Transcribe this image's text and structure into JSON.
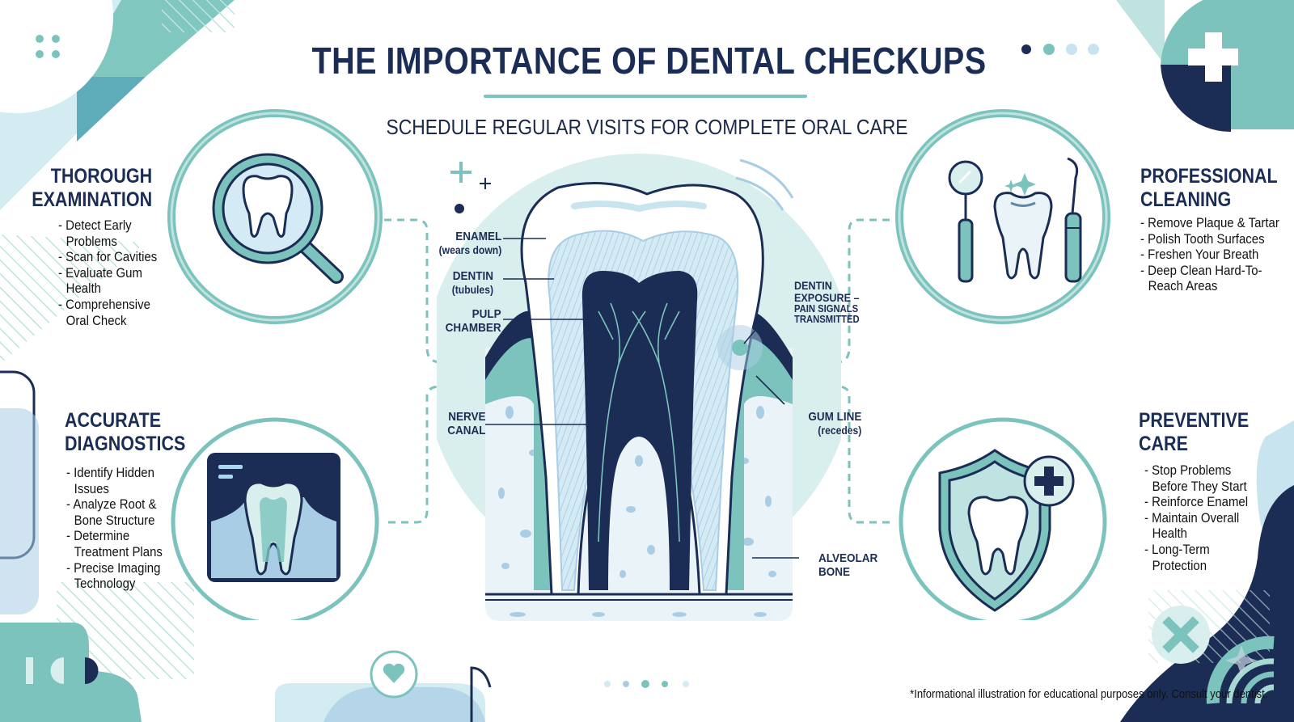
{
  "header": {
    "title": "THE IMPORTANCE OF DENTAL CHECKUPS",
    "subtitle": "SCHEDULE REGULAR VISITS FOR COMPLETE ORAL CARE"
  },
  "colors": {
    "navy": "#1b2d55",
    "teal": "#7cc3bd",
    "teal_dark": "#5fb0a9",
    "light_blue": "#c7e4ef",
    "pale_teal": "#d8efed"
  },
  "sections": {
    "examination": {
      "icon": "magnifier-tooth-icon",
      "title_line1": "THOROUGH",
      "title_line2": "EXAMINATION",
      "items": [
        "Detect Early Problems",
        "Scan for Cavities",
        "Evaluate Gum Health",
        "Comprehensive Oral Check"
      ]
    },
    "diagnostics": {
      "icon": "xray-tooth-icon",
      "title_line1": "ACCURATE",
      "title_line2": "DIAGNOSTICS",
      "items": [
        "Identify Hidden Issues",
        "Analyze Root & Bone Structure",
        "Determine Treatment Plans",
        "Precise Imaging Technology"
      ]
    },
    "cleaning": {
      "icon": "dental-tools-tooth-icon",
      "title_line1": "PROFESSIONAL",
      "title_line2": "CLEANING",
      "items": [
        "Remove Plaque & Tartar",
        "Polish Tooth Surfaces",
        "Freshen Your Breath",
        "Deep Clean Hard-To-Reach Areas"
      ]
    },
    "preventive": {
      "icon": "shield-tooth-plus-icon",
      "title_line1": "PREVENTIVE",
      "title_line2": "CARE",
      "items": [
        "Stop Problems Before They Start",
        "Reinforce Enamel",
        "Maintain Overall Health",
        "Long-Term Protection"
      ]
    }
  },
  "diagram": {
    "labels": {
      "enamel": "ENAMEL",
      "enamel_note": "(wears down)",
      "dentin": "DENTIN",
      "dentin_note": "(tubules)",
      "pulp_line1": "PULP",
      "pulp_line2": "CHAMBER",
      "nerve_line1": "NERVE",
      "nerve_line2": "CANAL",
      "exposure_line1": "DENTIN",
      "exposure_line2": "EXPOSURE –",
      "exposure_line3": "PAIN SIGNALS",
      "exposure_line4": "TRANSMITTED",
      "gum_line": "GUM LINE",
      "gum_note": "(recedes)",
      "bone_line1": "ALVEOLAR",
      "bone_line2": "BONE"
    }
  },
  "footer": {
    "disclaimer": "*Informational illustration for educational purposes only. Consult your dentist."
  }
}
